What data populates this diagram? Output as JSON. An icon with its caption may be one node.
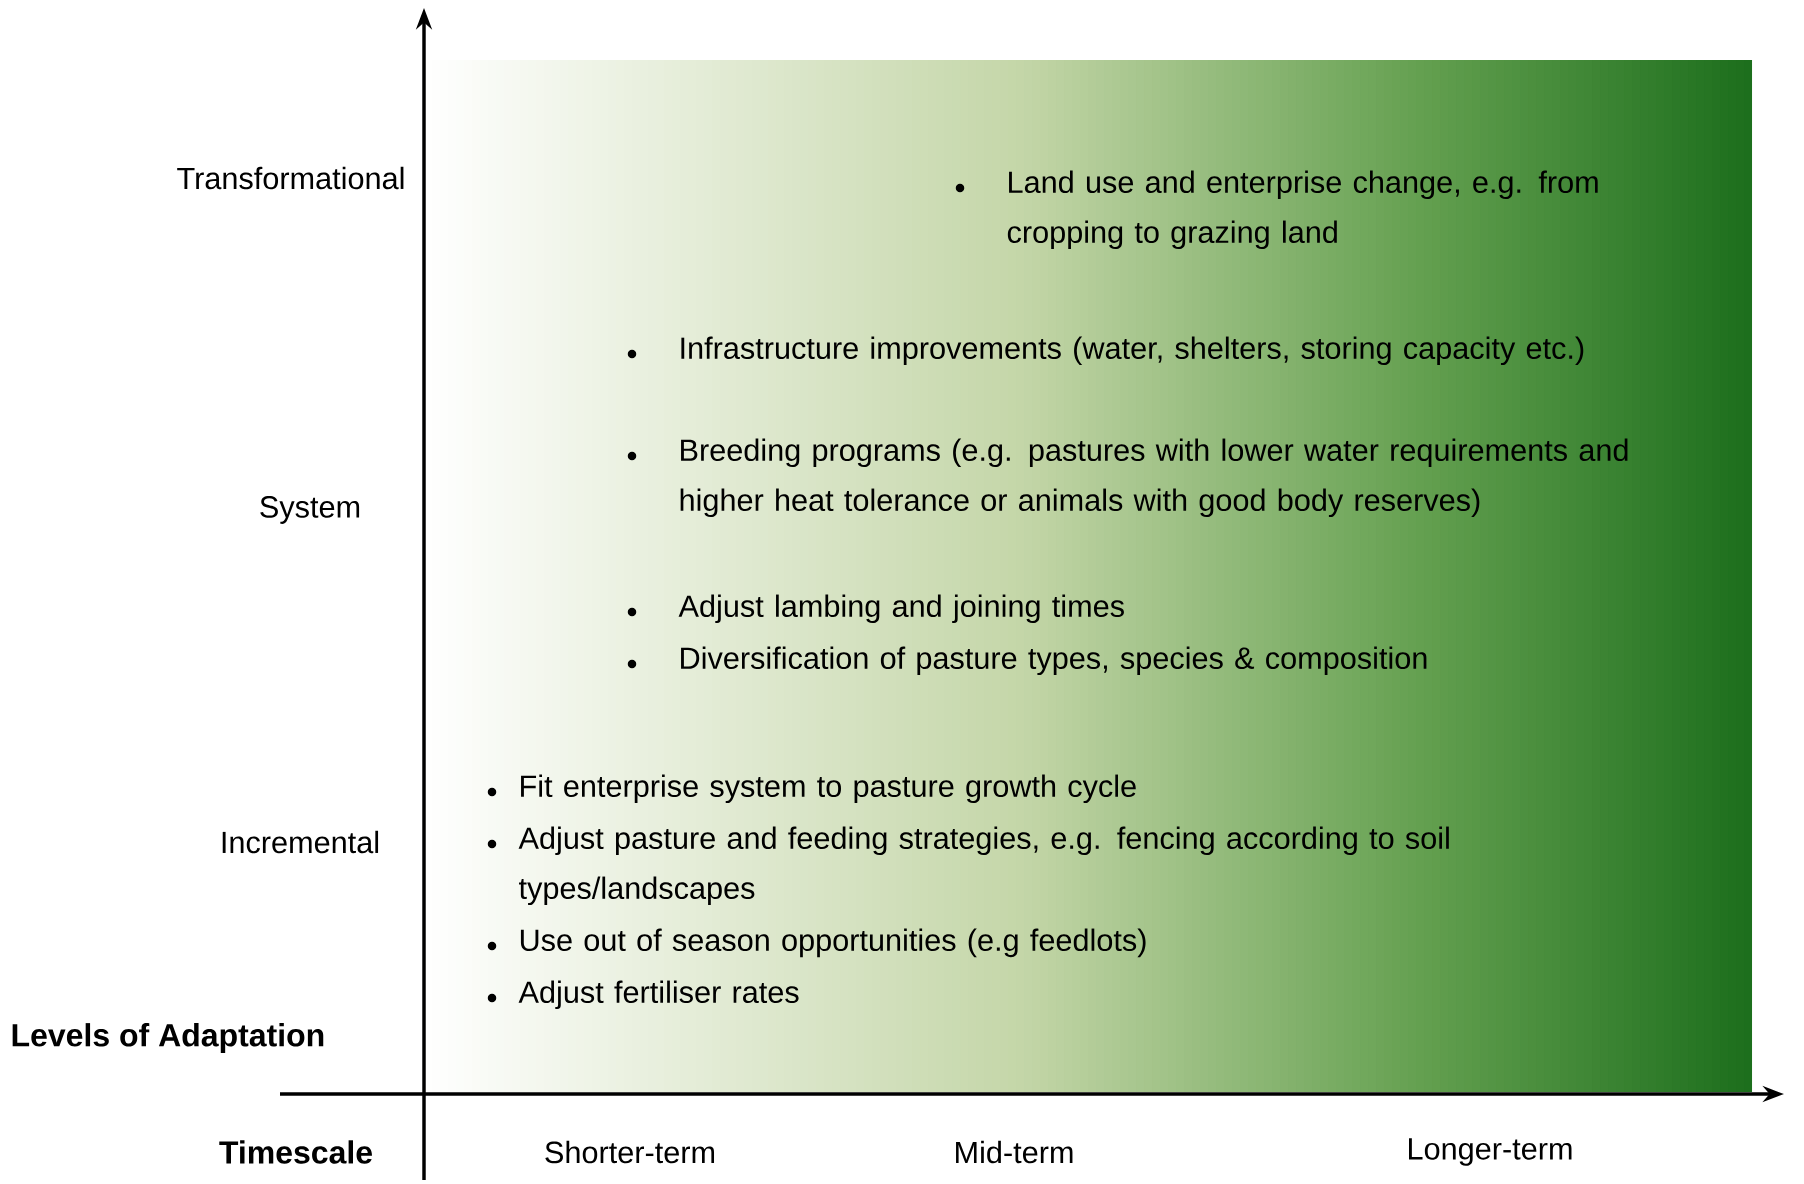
{
  "diagram": {
    "labels": [
      "Transformational",
      "Land use and enterprise change, e.g. from cropping to grazing land",
      "Infrastructure improvements (water, shelters, storing capacity etc.)",
      "Breeding programs (e.g. pastures with lower water requirements and higher heat tolerance or animals with good body reserves)",
      "Adjust lambing and joining times",
      "Diversification of pasture types, species & composition",
      "System",
      "Fit enterprise system to pasture growth cycle",
      "Adjust pasture and feeding strategies, e.g. fencing according to soil types/landscapes",
      "Use out of season opportunities (e.g feedlots)",
      "Adjust fertiliser rates",
      "Incremental",
      "Levels of Adaptation",
      "Timescale",
      "Shorter-term",
      "Mid-term",
      "Longer-term"
    ]
  }
}
